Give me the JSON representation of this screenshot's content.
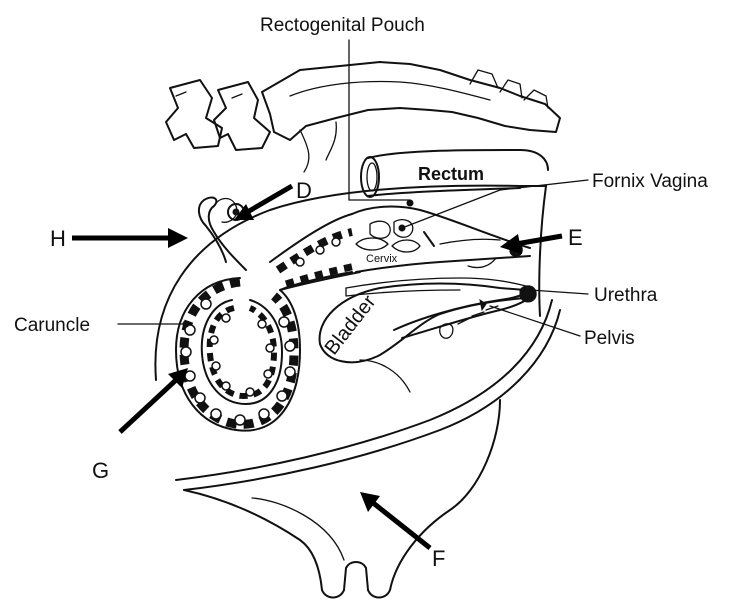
{
  "labels": {
    "rectogenital_pouch": "Rectogenital Pouch",
    "rectum": "Rectum",
    "fornix_vagina": "Fornix Vagina",
    "cervix": "Cervix",
    "urethra": "Urethra",
    "pelvis": "Pelvis",
    "bladder": "Bladder",
    "caruncle": "Caruncle"
  },
  "letters": {
    "d": "D",
    "e": "E",
    "f": "F",
    "g": "G",
    "h": "H"
  }
}
